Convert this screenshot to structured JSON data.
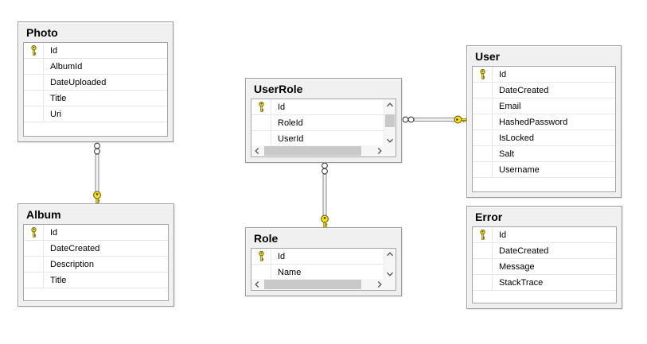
{
  "diagram": {
    "kind": "database-diagram",
    "tables": [
      {
        "name": "Photo",
        "has_scrollbars": false,
        "columns": [
          {
            "name": "Id",
            "pk": true
          },
          {
            "name": "AlbumId",
            "pk": false
          },
          {
            "name": "DateUploaded",
            "pk": false
          },
          {
            "name": "Title",
            "pk": false
          },
          {
            "name": "Uri",
            "pk": false
          }
        ]
      },
      {
        "name": "Album",
        "has_scrollbars": false,
        "columns": [
          {
            "name": "Id",
            "pk": true
          },
          {
            "name": "DateCreated",
            "pk": false
          },
          {
            "name": "Description",
            "pk": false
          },
          {
            "name": "Title",
            "pk": false
          }
        ]
      },
      {
        "name": "UserRole",
        "has_scrollbars": true,
        "columns": [
          {
            "name": "Id",
            "pk": true
          },
          {
            "name": "RoleId",
            "pk": false
          },
          {
            "name": "UserId",
            "pk": false
          }
        ]
      },
      {
        "name": "Role",
        "has_scrollbars": true,
        "columns": [
          {
            "name": "Id",
            "pk": true
          },
          {
            "name": "Name",
            "pk": false
          }
        ]
      },
      {
        "name": "User",
        "has_scrollbars": false,
        "columns": [
          {
            "name": "Id",
            "pk": true
          },
          {
            "name": "DateCreated",
            "pk": false
          },
          {
            "name": "Email",
            "pk": false
          },
          {
            "name": "HashedPassword",
            "pk": false
          },
          {
            "name": "IsLocked",
            "pk": false
          },
          {
            "name": "Salt",
            "pk": false
          },
          {
            "name": "Username",
            "pk": false
          }
        ]
      },
      {
        "name": "Error",
        "has_scrollbars": false,
        "columns": [
          {
            "name": "Id",
            "pk": true
          },
          {
            "name": "DateCreated",
            "pk": false
          },
          {
            "name": "Message",
            "pk": false
          },
          {
            "name": "StackTrace",
            "pk": false
          }
        ]
      }
    ],
    "relationships": [
      {
        "from_table": "Photo",
        "from_cardinality": "many",
        "to_table": "Album",
        "to_cardinality": "one"
      },
      {
        "from_table": "UserRole",
        "from_cardinality": "many",
        "to_table": "Role",
        "to_cardinality": "one"
      },
      {
        "from_table": "UserRole",
        "from_cardinality": "many",
        "to_table": "User",
        "to_cardinality": "one"
      }
    ],
    "icons": {
      "primary_key": "key-icon",
      "many_end": "infinity-circles-icon",
      "one_end": "key-icon",
      "scrollbar_arrows": [
        "chevron-up-icon",
        "chevron-down-icon",
        "chevron-left-icon",
        "chevron-right-icon"
      ]
    },
    "colors": {
      "canvas_bg": "#ffffff",
      "table_bg": "#f0f0f0",
      "table_border": "#9b9b9b",
      "grid_border": "#a6a6a6",
      "row_separator": "#e7e7e7",
      "key_yellow": "#ffe013",
      "key_outline": "#676312",
      "connector_line": "#8c8c8c",
      "connector_fill": "#f2f2f2",
      "scrollbar_track": "#f6f6f6",
      "scrollbar_thumb": "#c9c9c9",
      "text": "#000000"
    }
  }
}
